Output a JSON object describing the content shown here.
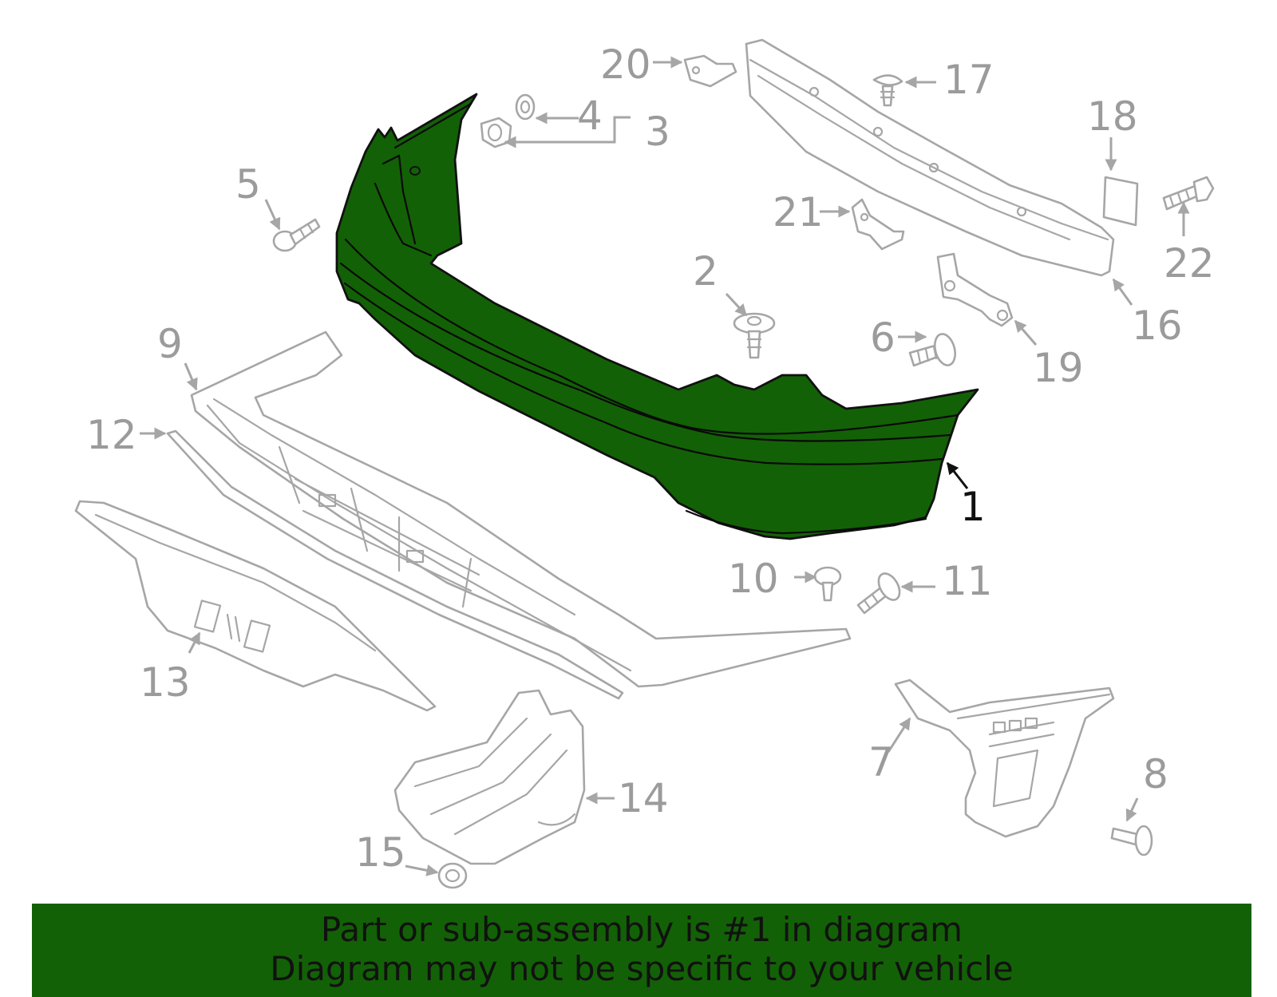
{
  "colors": {
    "highlight": "#136106",
    "banner_bg": "#136106",
    "part_outline": "#a6a6a6",
    "label_text": "#9b9b9b"
  },
  "highlighted_part": "1",
  "callouts": {
    "c1": "1",
    "c2": "2",
    "c3": "3",
    "c4": "4",
    "c5": "5",
    "c6": "6",
    "c7": "7",
    "c8": "8",
    "c9": "9",
    "c10": "10",
    "c11": "11",
    "c12": "12",
    "c13": "13",
    "c14": "14",
    "c15": "15",
    "c16": "16",
    "c17": "17",
    "c18": "18",
    "c19": "19",
    "c20": "20",
    "c21": "21",
    "c22": "22"
  },
  "banner": {
    "line1": "Part or sub-assembly is #1 in diagram",
    "line2": "Diagram may not be specific to your vehicle"
  }
}
